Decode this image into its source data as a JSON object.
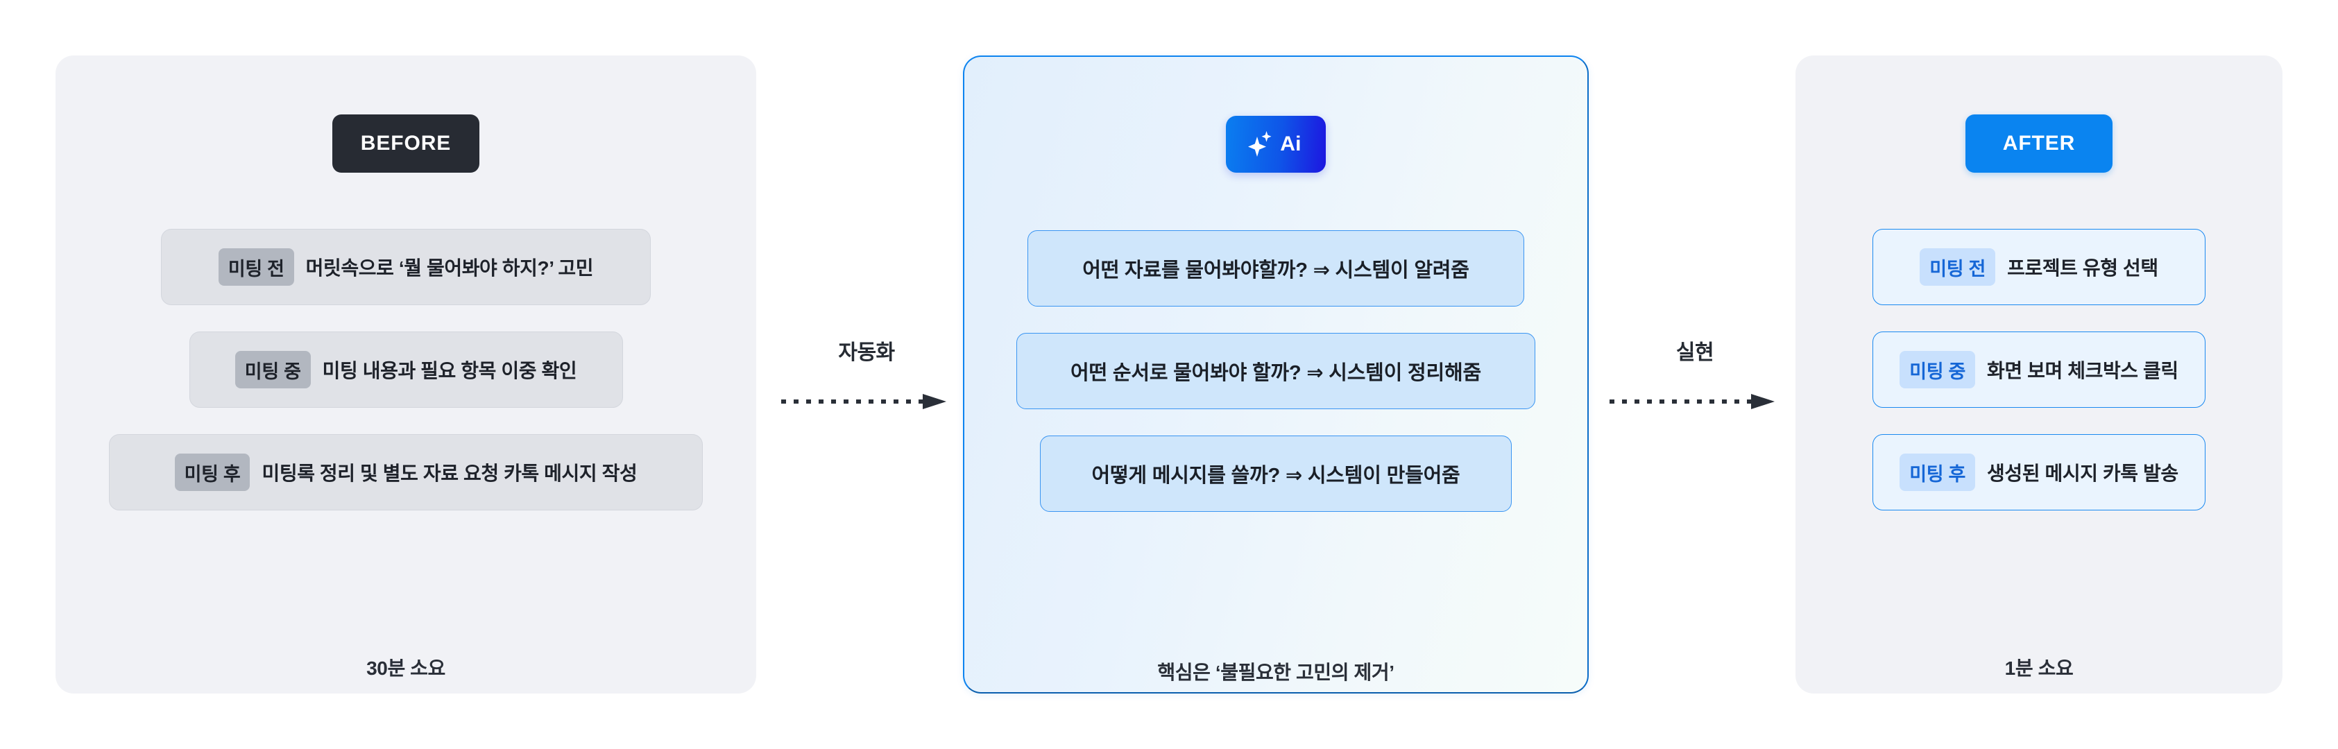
{
  "colors": {
    "card_bg": "#f1f2f6",
    "badge_before_bg": "#272b33",
    "badge_after_bg": "#0a84f0",
    "ai_border": "#0d83ef",
    "ai_gradient_start": "#0a7ef0",
    "ai_gradient_end": "#1d16e0",
    "chip_gray_bg": "#e0e2e7",
    "chip_ai_bg": "#cfe6fb",
    "chip_after_bg": "#eaf4fe",
    "text_dark": "#1e222a"
  },
  "before_card": {
    "badge_label": "BEFORE",
    "rows": [
      {
        "tag": "미팅 전",
        "text": "머릿속으로 ‘뭘 물어봐야 하지?’ 고민"
      },
      {
        "tag": "미팅 중",
        "text": "미팅 내용과 필요 항목 이중 확인"
      },
      {
        "tag": "미팅 후",
        "text": "미팅록 정리 및 별도 자료 요청 카톡 메시지 작성"
      }
    ],
    "footer": "30분 소요"
  },
  "ai_card": {
    "badge_label": "Ai",
    "badge_icon": "sparkle-icon",
    "rows": [
      {
        "text": "어떤 자료를 물어봐야할까? ⇒ 시스템이 알려줌"
      },
      {
        "text": "어떤 순서로 물어봐야 할까? ⇒ 시스템이 정리해줌"
      },
      {
        "text": "어떻게 메시지를 쓸까? ⇒ 시스템이 만들어줌"
      }
    ],
    "footer": "핵심은 ‘불필요한 고민의 제거’"
  },
  "after_card": {
    "badge_label": "AFTER",
    "rows": [
      {
        "tag": "미팅 전",
        "text": "프로젝트 유형 선택"
      },
      {
        "tag": "미팅 중",
        "text": "화면 보며 체크박스 클릭"
      },
      {
        "tag": "미팅 후",
        "text": "생성된 메시지 카톡 발송"
      }
    ],
    "footer": "1분 소요"
  },
  "connectors": [
    {
      "label": "자동화",
      "icon": "dotted-arrow-right-icon"
    },
    {
      "label": "실현",
      "icon": "dotted-arrow-right-icon"
    }
  ]
}
